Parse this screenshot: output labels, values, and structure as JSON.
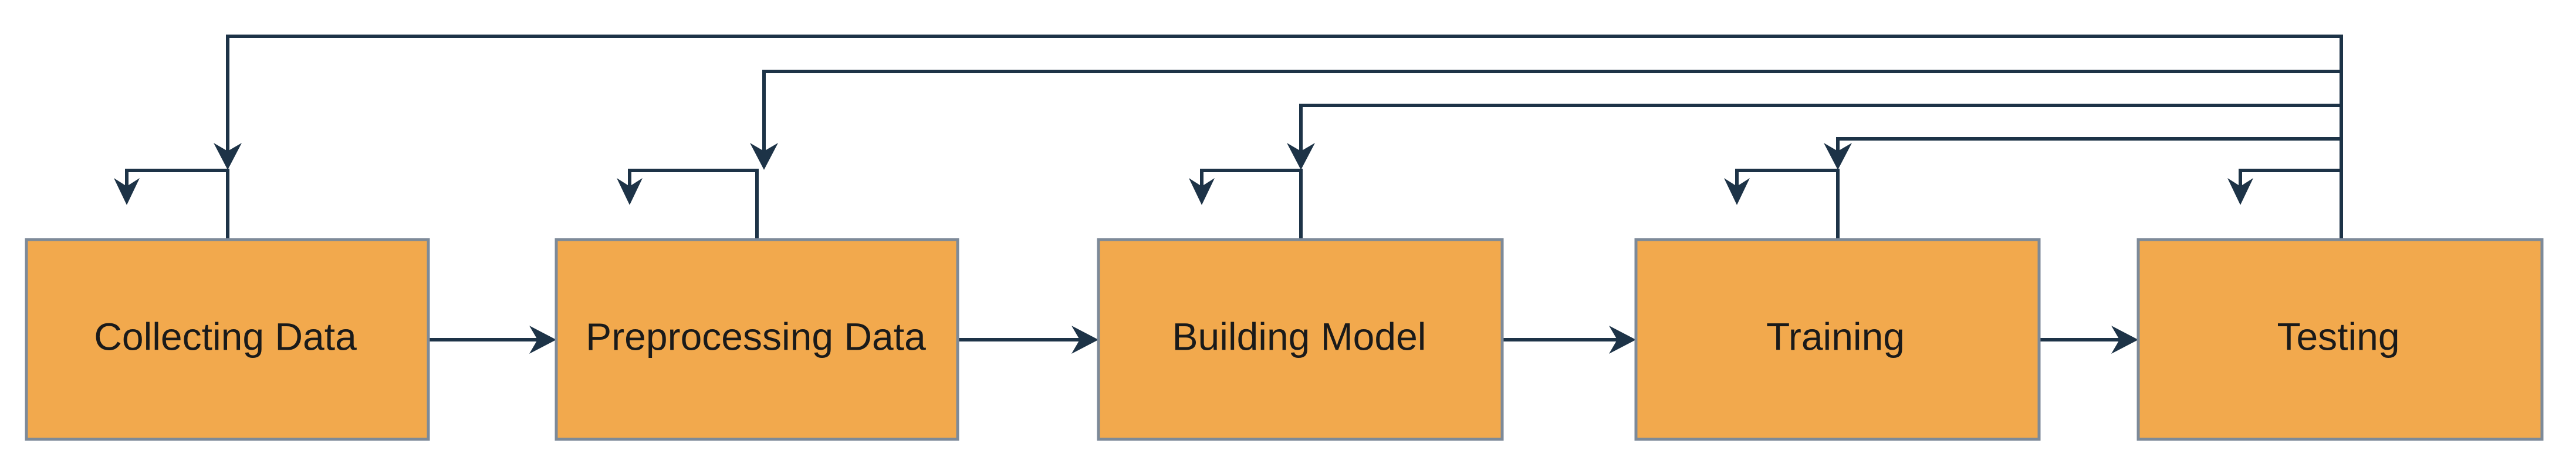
{
  "colors": {
    "node_fill": "#f2a94d",
    "node_border": "#7d8a99",
    "edge": "#1d3347",
    "label_text": "#1a1a1a",
    "background": "#ffffff"
  },
  "nodes": [
    {
      "id": "collecting-data",
      "label": "Collecting Data"
    },
    {
      "id": "preprocessing-data",
      "label": "Preprocessing Data"
    },
    {
      "id": "building-model",
      "label": "Building Model"
    },
    {
      "id": "training",
      "label": "Training"
    },
    {
      "id": "testing",
      "label": "Testing"
    }
  ],
  "edges": [
    {
      "from": "collecting-data",
      "to": "preprocessing-data"
    },
    {
      "from": "preprocessing-data",
      "to": "building-model"
    },
    {
      "from": "building-model",
      "to": "training"
    },
    {
      "from": "training",
      "to": "testing"
    },
    {
      "from": "testing",
      "to": "collecting-data"
    },
    {
      "from": "testing",
      "to": "preprocessing-data"
    },
    {
      "from": "testing",
      "to": "building-model"
    },
    {
      "from": "testing",
      "to": "training"
    },
    {
      "from": "collecting-data",
      "to": "collecting-data"
    },
    {
      "from": "preprocessing-data",
      "to": "preprocessing-data"
    },
    {
      "from": "building-model",
      "to": "building-model"
    },
    {
      "from": "training",
      "to": "training"
    },
    {
      "from": "testing",
      "to": "testing"
    }
  ]
}
